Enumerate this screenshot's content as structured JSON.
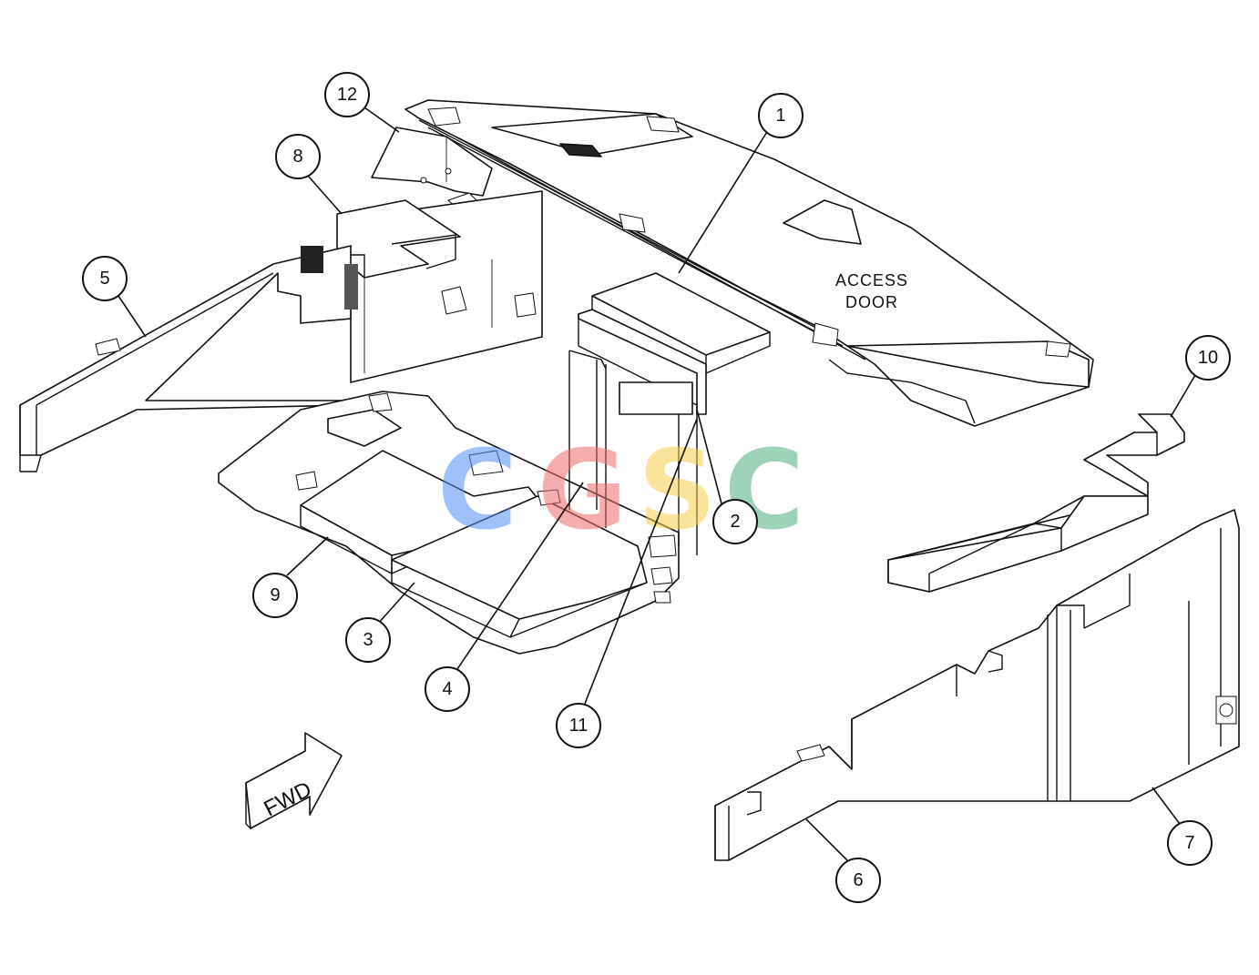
{
  "diagram": {
    "callouts": [
      "1",
      "2",
      "3",
      "4",
      "5",
      "6",
      "7",
      "8",
      "9",
      "10",
      "11",
      "12"
    ],
    "access_door_label": [
      "ACCESS",
      "DOOR"
    ],
    "fwd_label": "FWD",
    "watermark": {
      "letters": [
        "C",
        "G",
        "S",
        "C"
      ],
      "colors": [
        "#4f8ff7",
        "#f06b6b",
        "#f7cf4a",
        "#4fae7f"
      ]
    }
  }
}
